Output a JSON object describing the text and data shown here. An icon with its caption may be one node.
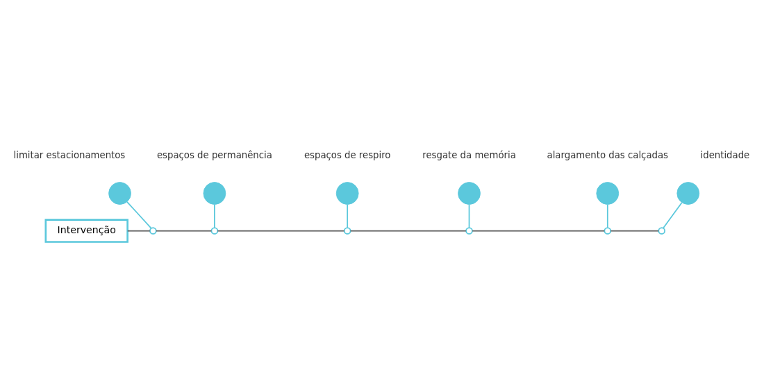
{
  "diagram": {
    "nodes": [
      {
        "text": [
          "Intervenção"
        ]
      },
      {
        "text": [],
        "shape": "circle",
        "beside": [
          "limitar estacionamentos"
        ]
      },
      {
        "text": [],
        "shape": "circle",
        "beside": [
          "espaços de permanência"
        ]
      },
      {
        "text": [],
        "shape": "circle",
        "beside": [
          "espaços de respiro"
        ]
      },
      {
        "text": [],
        "shape": "circle",
        "beside": [
          "resgate da memória"
        ]
      },
      {
        "text": [],
        "shape": "circle",
        "beside": [
          "alargamento das calçadas"
        ]
      },
      {
        "text": [],
        "shape": "circle",
        "beside": [
          "identidade"
        ]
      },
      {
        "text": [],
        "shape": "circle"
      },
      {
        "text": [],
        "shape": "circle"
      },
      {
        "text": [],
        "shape": "circle"
      },
      {
        "text": [],
        "shape": "circle"
      },
      {
        "text": [],
        "shape": "circle"
      },
      {
        "text": [],
        "shape": "circle"
      }
    ],
    "edges": [
      {
        "from": 0,
        "to": 7,
        "arrow": "none"
      },
      {
        "from": 7,
        "to": 8,
        "arrow": "none"
      },
      {
        "from": 8,
        "to": 9,
        "arrow": "none"
      },
      {
        "from": 9,
        "to": 10,
        "arrow": "none"
      },
      {
        "from": 10,
        "to": 11,
        "arrow": "none"
      },
      {
        "from": 11,
        "to": 12,
        "arrow": "none"
      },
      {
        "from": 7,
        "to": 1,
        "arrow": "none",
        "color": "#5bc8dc"
      },
      {
        "from": 8,
        "to": 2,
        "arrow": "none",
        "color": "#5bc8dc"
      },
      {
        "from": 9,
        "to": 3,
        "arrow": "none",
        "color": "#5bc8dc"
      },
      {
        "from": 10,
        "to": 4,
        "arrow": "none",
        "color": "#5bc8dc"
      },
      {
        "from": 11,
        "to": 5,
        "arrow": "none",
        "color": "#5bc8dc"
      },
      {
        "from": 12,
        "to": 6,
        "arrow": "none",
        "color": "#5bc8dc"
      }
    ]
  }
}
